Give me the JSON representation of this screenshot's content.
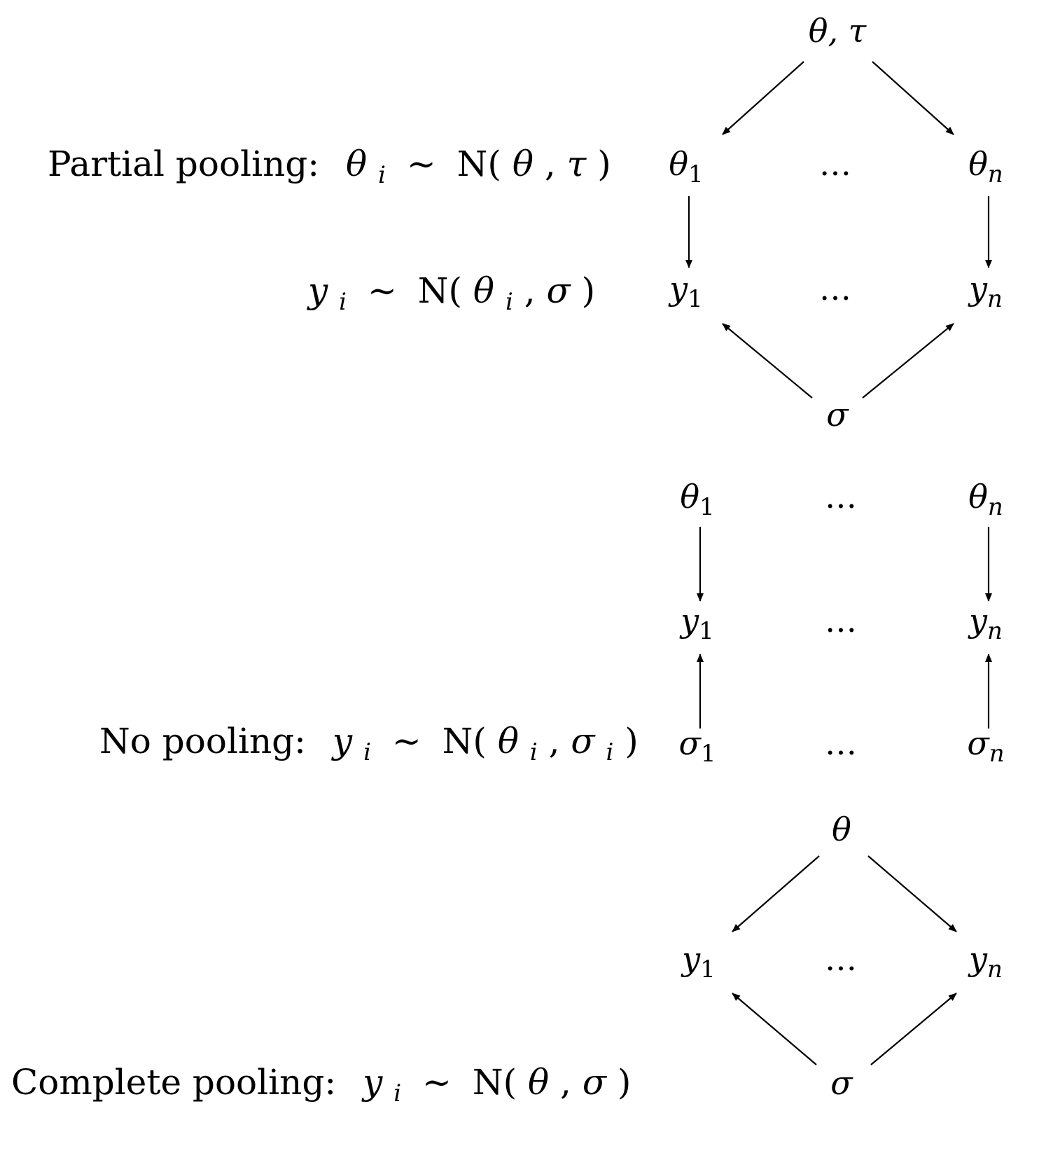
{
  "labels": {
    "partial_pooling": {
      "name": "Partial pooling:",
      "prior_lhs": "θ",
      "prior_lhs_sub": "i",
      "prior_rel": "∼",
      "prior_dist": "N(",
      "prior_args": [
        "θ",
        ", ",
        "τ"
      ],
      "prior_close": ")",
      "lik_lhs": "y",
      "lik_lhs_sub": "i",
      "lik_rel": "∼",
      "lik_dist": "N(",
      "lik_args": [
        "θ",
        "i",
        ", ",
        "σ"
      ],
      "lik_close": ")"
    },
    "no_pooling": {
      "name": "No pooling:",
      "lhs": "y",
      "lhs_sub": "i",
      "rel": "∼",
      "dist": "N(",
      "args": [
        "θ",
        "i",
        ", ",
        "σ",
        "i"
      ],
      "close": ")"
    },
    "complete_pooling": {
      "name": "Complete pooling:",
      "lhs": "y",
      "lhs_sub": "i",
      "rel": "∼",
      "dist": "N(",
      "args": [
        "θ",
        ", ",
        "σ"
      ],
      "close": ")"
    }
  },
  "nodes": {
    "hyper_theta_tau": "θ, τ",
    "theta": "θ",
    "y": "y",
    "sigma": "σ",
    "sub_first": "1",
    "sub_last": "n",
    "ellipsis": "…"
  }
}
